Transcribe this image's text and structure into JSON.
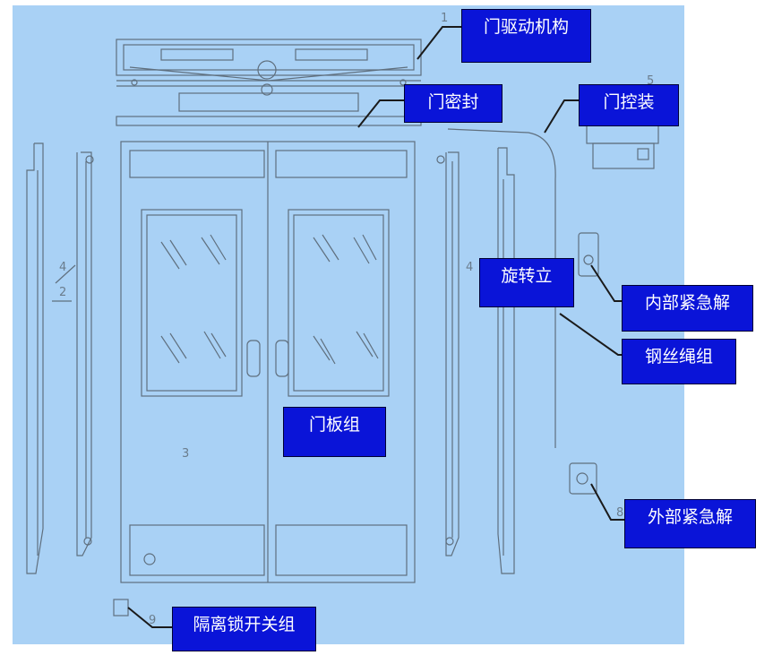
{
  "colors": {
    "background": "#a9d1f5",
    "callout_fill": "#0a14d8",
    "callout_text": "#ffffff",
    "line_art": "#5f6f7e",
    "leader": "#1a1a1a"
  },
  "part_numbers": [
    "1",
    "2",
    "3",
    "4",
    "4",
    "5",
    "8",
    "9"
  ],
  "callouts": [
    {
      "id": "door-drive",
      "text": "门驱动机构"
    },
    {
      "id": "door-seal",
      "text": "门密封"
    },
    {
      "id": "door-control",
      "text": "门控装"
    },
    {
      "id": "rotating-post",
      "text": "旋转立"
    },
    {
      "id": "inner-release",
      "text": "内部紧急解"
    },
    {
      "id": "wire-rope",
      "text": "钢丝绳组"
    },
    {
      "id": "door-panel",
      "text": "门板组"
    },
    {
      "id": "outer-release",
      "text": "外部紧急解"
    },
    {
      "id": "isolation-lock",
      "text": "隔离锁开关组"
    }
  ]
}
